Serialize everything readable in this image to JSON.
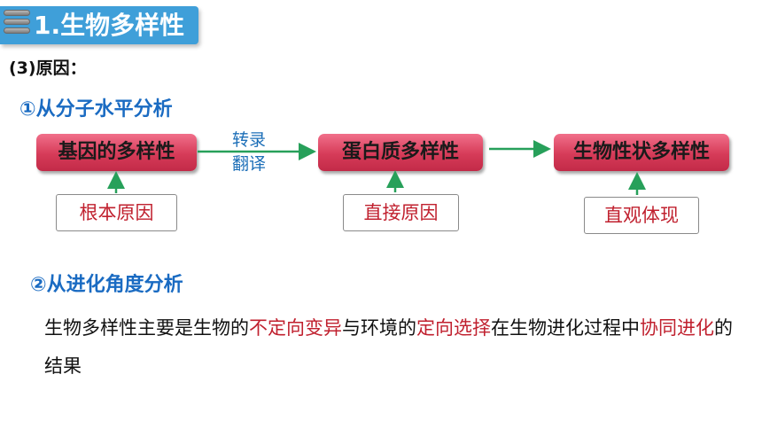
{
  "header": {
    "title": "1.生物多样性"
  },
  "subheading": "(3)原因：",
  "section1": {
    "title": "①从分子水平分析",
    "boxes": [
      "基因的多样性",
      "蛋白质多样性",
      "生物性状多样性"
    ],
    "arrow_label_top": "转录",
    "arrow_label_bottom": "翻译",
    "causes": [
      "根本原因",
      "直接原因",
      "直观体现"
    ]
  },
  "section2": {
    "title": "②从进化角度分析",
    "paragraph": {
      "p1": "生物多样性主要是生物的",
      "h1": "不定向变异",
      "p2": "与环境的",
      "h2": "定向选择",
      "p3": "在生物进化过程中",
      "h3": "协同进化",
      "p4": "的结果"
    }
  },
  "colors": {
    "accent_blue": "#1a6bc2",
    "header_blue": "#3f9fd9",
    "box_red": "#d63b58",
    "arrow_green": "#27a05a",
    "highlight_red": "#c0202e"
  }
}
